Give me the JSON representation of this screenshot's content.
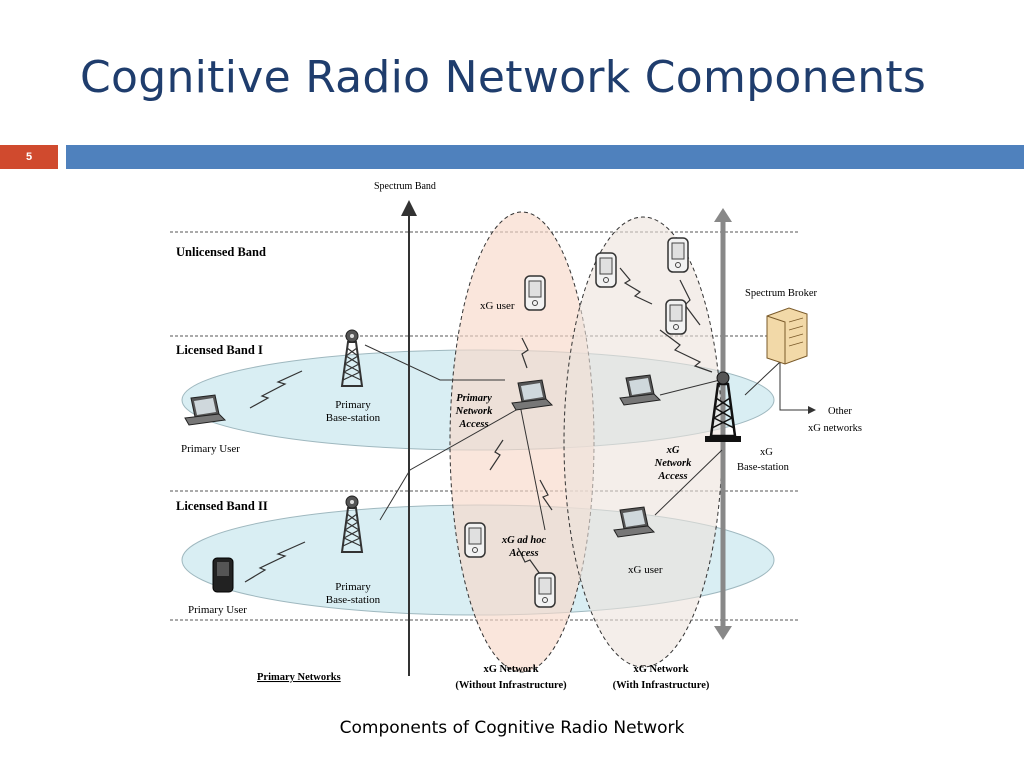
{
  "slide": {
    "title": "Cognitive Radio Network Components",
    "number": "5",
    "caption": "Components of Cognitive Radio Network"
  },
  "diagram": {
    "spectrum_band": "Spectrum Band",
    "unlicensed_band": "Unlicensed Band",
    "licensed_band_1": "Licensed Band I",
    "licensed_band_2": "Licensed Band II",
    "primary_base_station_1": [
      "Primary",
      "Base-station"
    ],
    "primary_base_station_2": [
      "Primary",
      "Base-station"
    ],
    "primary_user_1": "Primary User",
    "primary_user_2": "Primary User",
    "xg_user_top": "xG user",
    "xg_user_bottom": "xG user",
    "primary_network_access": [
      "Primary",
      "Network",
      "Access"
    ],
    "xg_network_access": [
      "xG",
      "Network",
      "Access"
    ],
    "xg_adhoc_access": [
      "xG ad hoc",
      "Access"
    ],
    "spectrum_broker": "Spectrum Broker",
    "other_xg_networks": [
      "Other",
      "xG networks"
    ],
    "xg_base_station": [
      "xG",
      "Base-station"
    ],
    "primary_networks": "Primary Networks",
    "xg_network_without": [
      "xG Network",
      "(Without Infrastructure)"
    ],
    "xg_network_with": [
      "xG Network",
      "(With Infrastructure)"
    ]
  },
  "colors": {
    "title": "#1f3d6d",
    "title_bar": "#4f81bd",
    "slide_number_box": "#d04a2e",
    "band_ellipse": "#d9eef3",
    "without_infra_region": "#f7d9c9",
    "with_infra_region": "#ece2dc"
  }
}
